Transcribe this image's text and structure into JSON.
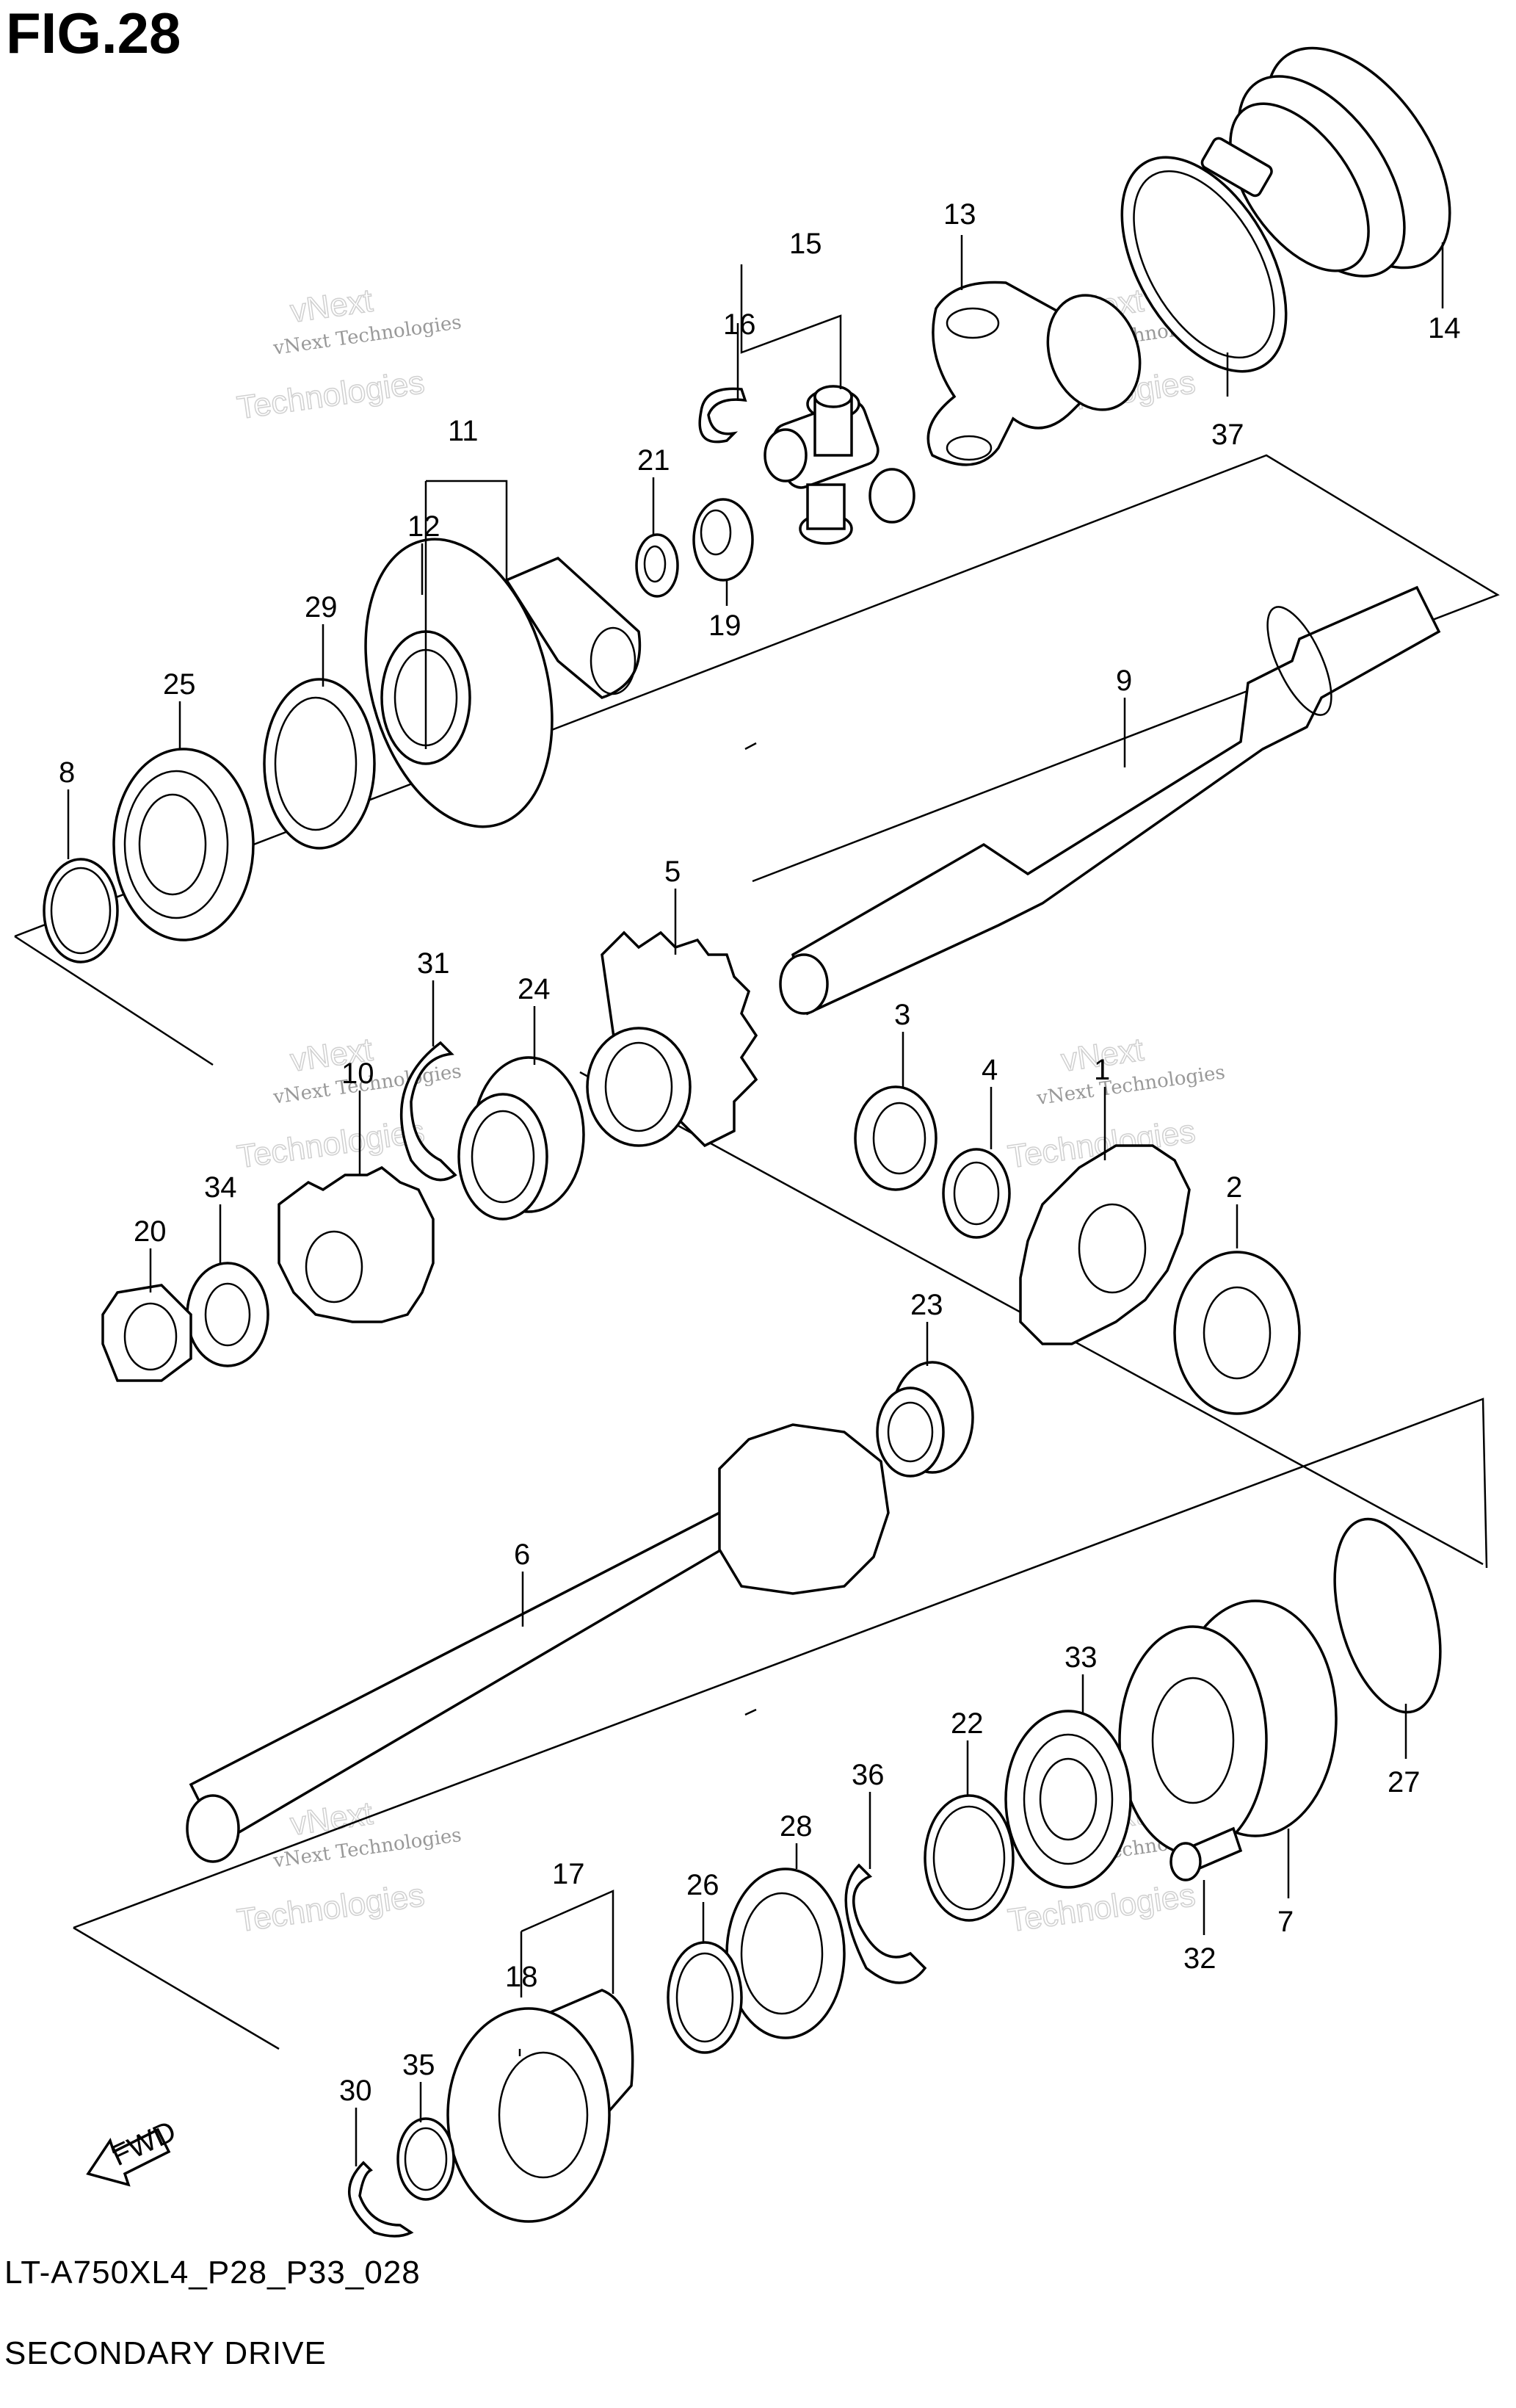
{
  "figure": {
    "title": "FIG.28",
    "model_code": "LT-A750XL4_P28_P33_028",
    "subtitle": "SECONDARY DRIVE",
    "orientation_arrow": "FWD"
  },
  "watermark": {
    "line1": "vNext Technologies",
    "line2": "vNext",
    "line3": "Technologies"
  },
  "callouts": [
    {
      "id": "1",
      "label": "1"
    },
    {
      "id": "2",
      "label": "2"
    },
    {
      "id": "3",
      "label": "3"
    },
    {
      "id": "4",
      "label": "4"
    },
    {
      "id": "5",
      "label": "5"
    },
    {
      "id": "6",
      "label": "6"
    },
    {
      "id": "7",
      "label": "7"
    },
    {
      "id": "8",
      "label": "8"
    },
    {
      "id": "9",
      "label": "9"
    },
    {
      "id": "10",
      "label": "10"
    },
    {
      "id": "11",
      "label": "11"
    },
    {
      "id": "12",
      "label": "12"
    },
    {
      "id": "13",
      "label": "13"
    },
    {
      "id": "14",
      "label": "14"
    },
    {
      "id": "15",
      "label": "15"
    },
    {
      "id": "16",
      "label": "16"
    },
    {
      "id": "17",
      "label": "17"
    },
    {
      "id": "18",
      "label": "18"
    },
    {
      "id": "19",
      "label": "19"
    },
    {
      "id": "20",
      "label": "20"
    },
    {
      "id": "21",
      "label": "21"
    },
    {
      "id": "22",
      "label": "22"
    },
    {
      "id": "23",
      "label": "23"
    },
    {
      "id": "24",
      "label": "24"
    },
    {
      "id": "25",
      "label": "25"
    },
    {
      "id": "26",
      "label": "26"
    },
    {
      "id": "27",
      "label": "27"
    },
    {
      "id": "28",
      "label": "28"
    },
    {
      "id": "29",
      "label": "29"
    },
    {
      "id": "30",
      "label": "30"
    },
    {
      "id": "31",
      "label": "31"
    },
    {
      "id": "32",
      "label": "32"
    },
    {
      "id": "33",
      "label": "33"
    },
    {
      "id": "34",
      "label": "34"
    },
    {
      "id": "35",
      "label": "35"
    },
    {
      "id": "36",
      "label": "36"
    },
    {
      "id": "37",
      "label": "37"
    }
  ]
}
